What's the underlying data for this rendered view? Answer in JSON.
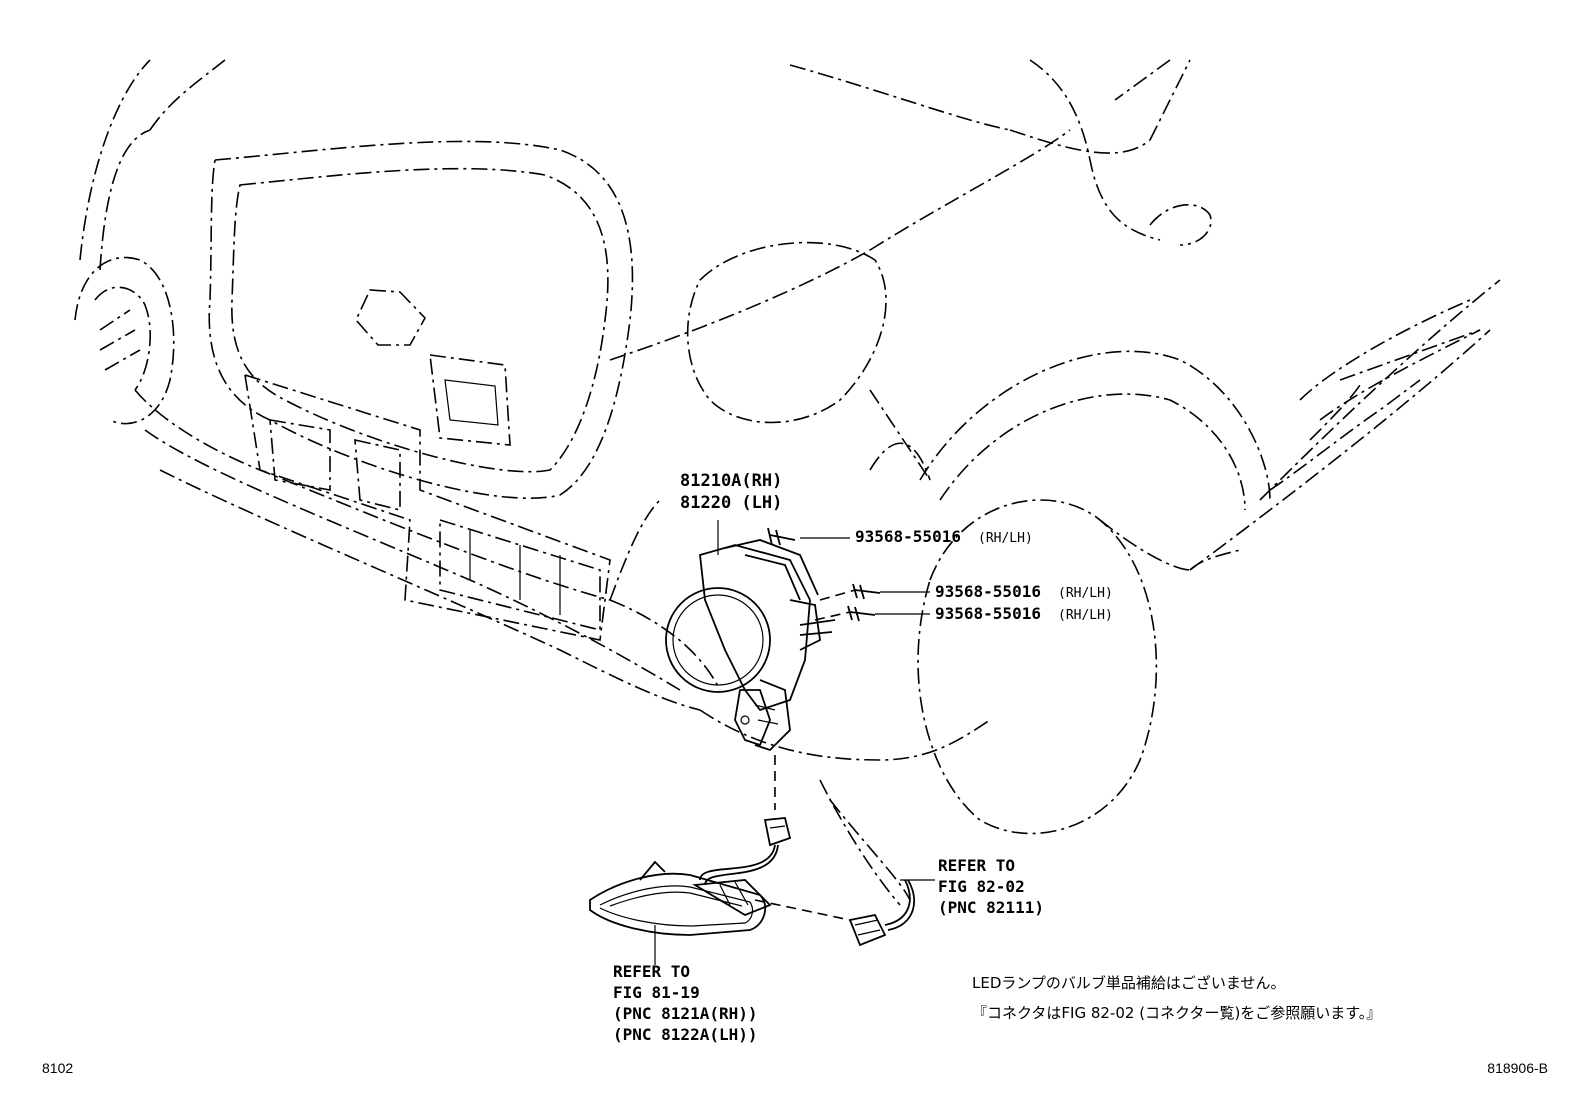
{
  "diagram": {
    "fog_lamp": {
      "part_rh": "81210A(RH)",
      "part_lh": "81220 (LH)"
    },
    "screws": [
      {
        "part": "93568-55016",
        "side": "(RH/LH)"
      },
      {
        "part": "93568-55016",
        "side": "(RH/LH)"
      },
      {
        "part": "93568-55016",
        "side": "(RH/LH)"
      }
    ],
    "ref_connector": {
      "line1": "REFER TO",
      "line2": "FIG 82-02",
      "line3": "(PNC 82111)"
    },
    "ref_drl": {
      "line1": "REFER TO",
      "line2": "FIG 81-19",
      "line3": "(PNC 8121A(RH))",
      "line4": "(PNC 8122A(LH))"
    },
    "note_line1": "LEDランプのバルブ単品補給はございません。",
    "note_line2": "『コネクタはFIG 82-02 (コネクター覧)をご参照願います。』",
    "fig_code_left": "8102",
    "fig_code_right": "818906-B"
  }
}
